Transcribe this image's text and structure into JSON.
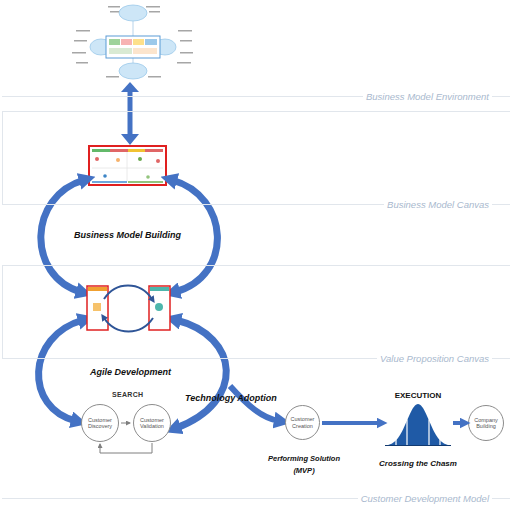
{
  "diagram": {
    "nodes": [
      {
        "text": [
          "Business Model Environment"
        ]
      },
      {
        "text": [
          "Business Model Canvas"
        ]
      },
      {
        "text": [
          "Value Proposition Canvas"
        ]
      },
      {
        "text": [
          "Customer Development Model"
        ]
      },
      {
        "text": [
          "Customer Discovery"
        ],
        "in": 3
      },
      {
        "text": [
          "Customer Validation"
        ],
        "in": 3
      },
      {
        "text": [
          "Customer Creation",
          "Performing Solution (MVP)"
        ],
        "in": 3
      },
      {
        "text": [
          "EXECUTION",
          "Crossing the Chasm"
        ],
        "in": 3
      },
      {
        "text": [
          "Company Building"
        ],
        "in": 3
      }
    ],
    "edges": [
      {
        "from": 4,
        "to": 5,
        "arrow": "to"
      },
      {
        "from": 5,
        "to": 4,
        "arrow": "to"
      },
      {
        "from": 6,
        "to": 7,
        "arrow": "to"
      },
      {
        "from": 7,
        "to": 8,
        "arrow": "to"
      }
    ],
    "labels": [
      "Business Model Building",
      "Agile Development",
      "SEARCH",
      "Technology Adoption"
    ]
  }
}
